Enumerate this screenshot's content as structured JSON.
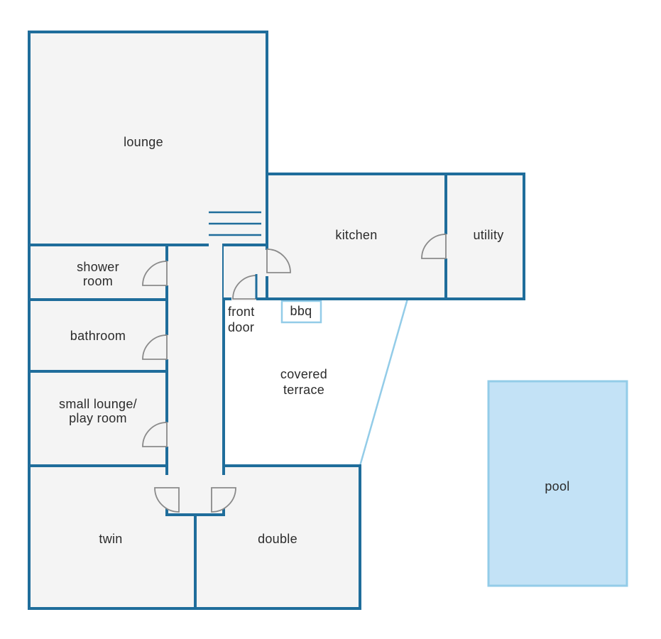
{
  "rooms": {
    "lounge": "lounge",
    "kitchen": "kitchen",
    "utility": "utility",
    "shower_room": [
      "shower",
      "room"
    ],
    "bathroom": "bathroom",
    "small_lounge": [
      "small lounge/",
      "play room"
    ],
    "twin": "twin",
    "double": "double",
    "covered_terrace": [
      "covered",
      "terrace"
    ],
    "pool": "pool"
  },
  "features": {
    "front_door": [
      "front",
      "door"
    ],
    "bbq": "bbq"
  },
  "colors": {
    "wall": "#1f6d9b",
    "room_fill": "#f4f4f4",
    "pool_fill": "#c3e2f6",
    "pool_stroke": "#93cce8",
    "door": "#8a8a8a"
  }
}
